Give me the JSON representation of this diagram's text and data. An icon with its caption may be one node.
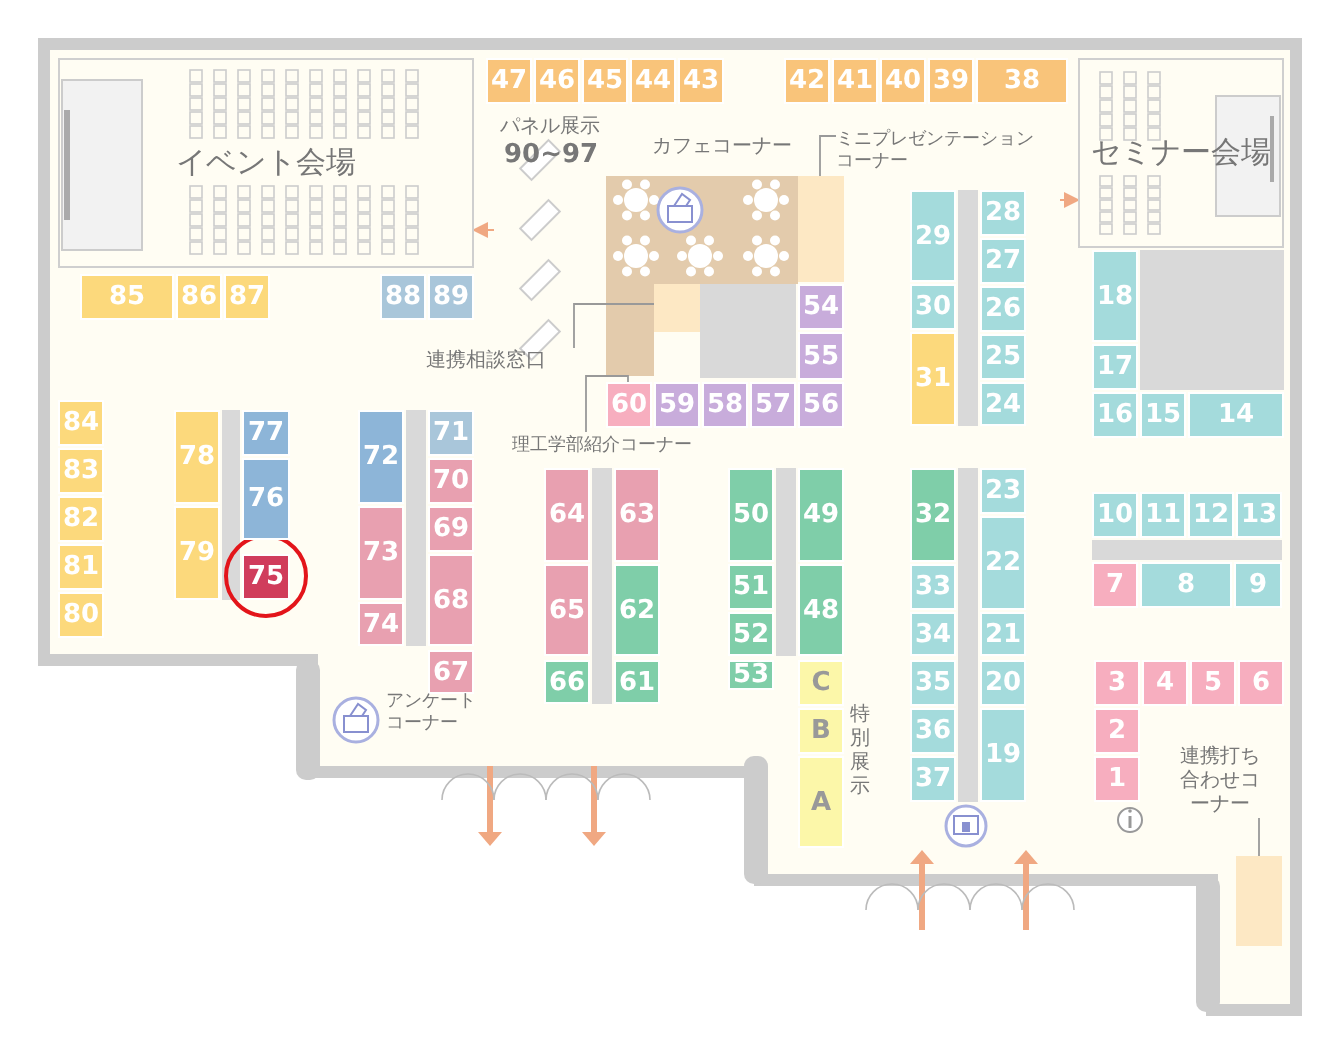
{
  "diagram": {
    "nodes": [
      {
        "text": [
          "イベント会場"
        ]
      },
      {
        "text": [
          "47"
        ]
      },
      {
        "text": [
          "46"
        ]
      },
      {
        "text": [
          "45"
        ]
      },
      {
        "text": [
          "44"
        ]
      },
      {
        "text": [
          "43"
        ]
      },
      {
        "text": [
          "42"
        ]
      },
      {
        "text": [
          "41"
        ]
      },
      {
        "text": [
          "40"
        ]
      },
      {
        "text": [
          "39"
        ]
      },
      {
        "text": [
          "38"
        ]
      },
      {
        "text": [
          "セミナー会場"
        ]
      },
      {
        "text": [
          "85"
        ]
      },
      {
        "text": [
          "86"
        ]
      },
      {
        "text": [
          "87"
        ]
      },
      {
        "text": [
          "88"
        ]
      },
      {
        "text": [
          "89"
        ]
      },
      {
        "text": [],
        "shape": "box"
      },
      {
        "text": [],
        "shape": "box"
      },
      {
        "text": [
          "54"
        ]
      },
      {
        "text": [
          "55"
        ]
      },
      {
        "text": [
          "60"
        ]
      },
      {
        "text": [
          "59"
        ]
      },
      {
        "text": [
          "58"
        ]
      },
      {
        "text": [
          "57"
        ]
      },
      {
        "text": [
          "56"
        ]
      },
      {
        "text": [
          "29"
        ]
      },
      {
        "text": [
          "30"
        ]
      },
      {
        "text": [
          "31"
        ]
      },
      {
        "text": [
          "28"
        ]
      },
      {
        "text": [
          "27"
        ]
      },
      {
        "text": [
          "26"
        ]
      },
      {
        "text": [
          "25"
        ]
      },
      {
        "text": [
          "24"
        ]
      },
      {
        "text": [
          "18"
        ]
      },
      {
        "text": [
          "17"
        ]
      },
      {
        "text": [
          "16"
        ]
      },
      {
        "text": [
          "15"
        ]
      },
      {
        "text": [
          "14"
        ]
      },
      {
        "text": [
          "84"
        ]
      },
      {
        "text": [
          "83"
        ]
      },
      {
        "text": [
          "82"
        ]
      },
      {
        "text": [
          "81"
        ]
      },
      {
        "text": [
          "80"
        ]
      },
      {
        "text": [
          "78"
        ]
      },
      {
        "text": [
          "79"
        ]
      },
      {
        "text": [
          "77"
        ]
      },
      {
        "text": [
          "76"
        ]
      },
      {
        "text": [
          "75"
        ]
      },
      {
        "text": [
          "72"
        ]
      },
      {
        "text": [
          "73"
        ]
      },
      {
        "text": [
          "74"
        ]
      },
      {
        "text": [
          "71"
        ]
      },
      {
        "text": [
          "70"
        ]
      },
      {
        "text": [
          "69"
        ]
      },
      {
        "text": [
          "68"
        ]
      },
      {
        "text": [
          "67"
        ]
      },
      {
        "text": [
          "64"
        ]
      },
      {
        "text": [
          "65"
        ]
      },
      {
        "text": [
          "66"
        ]
      },
      {
        "text": [
          "63"
        ]
      },
      {
        "text": [
          "62"
        ]
      },
      {
        "text": [
          "61"
        ]
      },
      {
        "text": [
          "50"
        ]
      },
      {
        "text": [
          "51"
        ]
      },
      {
        "text": [
          "52"
        ]
      },
      {
        "text": [
          "53"
        ]
      },
      {
        "text": [
          "49"
        ]
      },
      {
        "text": [
          "48"
        ]
      },
      {
        "text": [
          "C"
        ]
      },
      {
        "text": [
          "B"
        ]
      },
      {
        "text": [
          "A"
        ]
      },
      {
        "text": [
          "32"
        ]
      },
      {
        "text": [
          "33"
        ]
      },
      {
        "text": [
          "34"
        ]
      },
      {
        "text": [
          "35"
        ]
      },
      {
        "text": [
          "36"
        ]
      },
      {
        "text": [
          "37"
        ]
      },
      {
        "text": [
          "23"
        ]
      },
      {
        "text": [
          "22"
        ]
      },
      {
        "text": [
          "21"
        ]
      },
      {
        "text": [
          "20"
        ]
      },
      {
        "text": [
          "19"
        ]
      },
      {
        "text": [
          "10"
        ]
      },
      {
        "text": [
          "11"
        ]
      },
      {
        "text": [
          "12"
        ]
      },
      {
        "text": [
          "13"
        ]
      },
      {
        "text": [
          "7"
        ]
      },
      {
        "text": [
          "8"
        ]
      },
      {
        "text": [
          "9"
        ]
      },
      {
        "text": [
          "3"
        ]
      },
      {
        "text": [
          "4"
        ]
      },
      {
        "text": [
          "5"
        ]
      },
      {
        "text": [
          "6"
        ]
      },
      {
        "text": [
          "2"
        ]
      },
      {
        "text": [
          "1"
        ]
      },
      {
        "text": [],
        "shape": "box"
      },
      {
        "text": [
          "連携相談窓口"
        ]
      },
      {
        "text": [
          "ミニプレゼンテーションコーナー"
        ]
      },
      {
        "text": [
          "理工学部紹介コーナー"
        ]
      },
      {
        "text": [
          "連携打ち合わせコーナー"
        ]
      }
    ],
    "edges": [
      {
        "from": 97,
        "to": 18,
        "arrow": "none"
      },
      {
        "from": 98,
        "to": 17,
        "arrow": "none"
      },
      {
        "from": 99,
        "to": 21,
        "arrow": "none"
      },
      {
        "from": 100,
        "to": 96,
        "arrow": "none"
      },
      {
        "from": null,
        "to": 0,
        "arrow": "to"
      },
      {
        "from": null,
        "to": 11,
        "arrow": "to"
      }
    ],
    "labels": [
      "パネル展示",
      "90~97",
      "カフェコーナー",
      "アンケートコーナー",
      "特別展示"
    ]
  }
}
